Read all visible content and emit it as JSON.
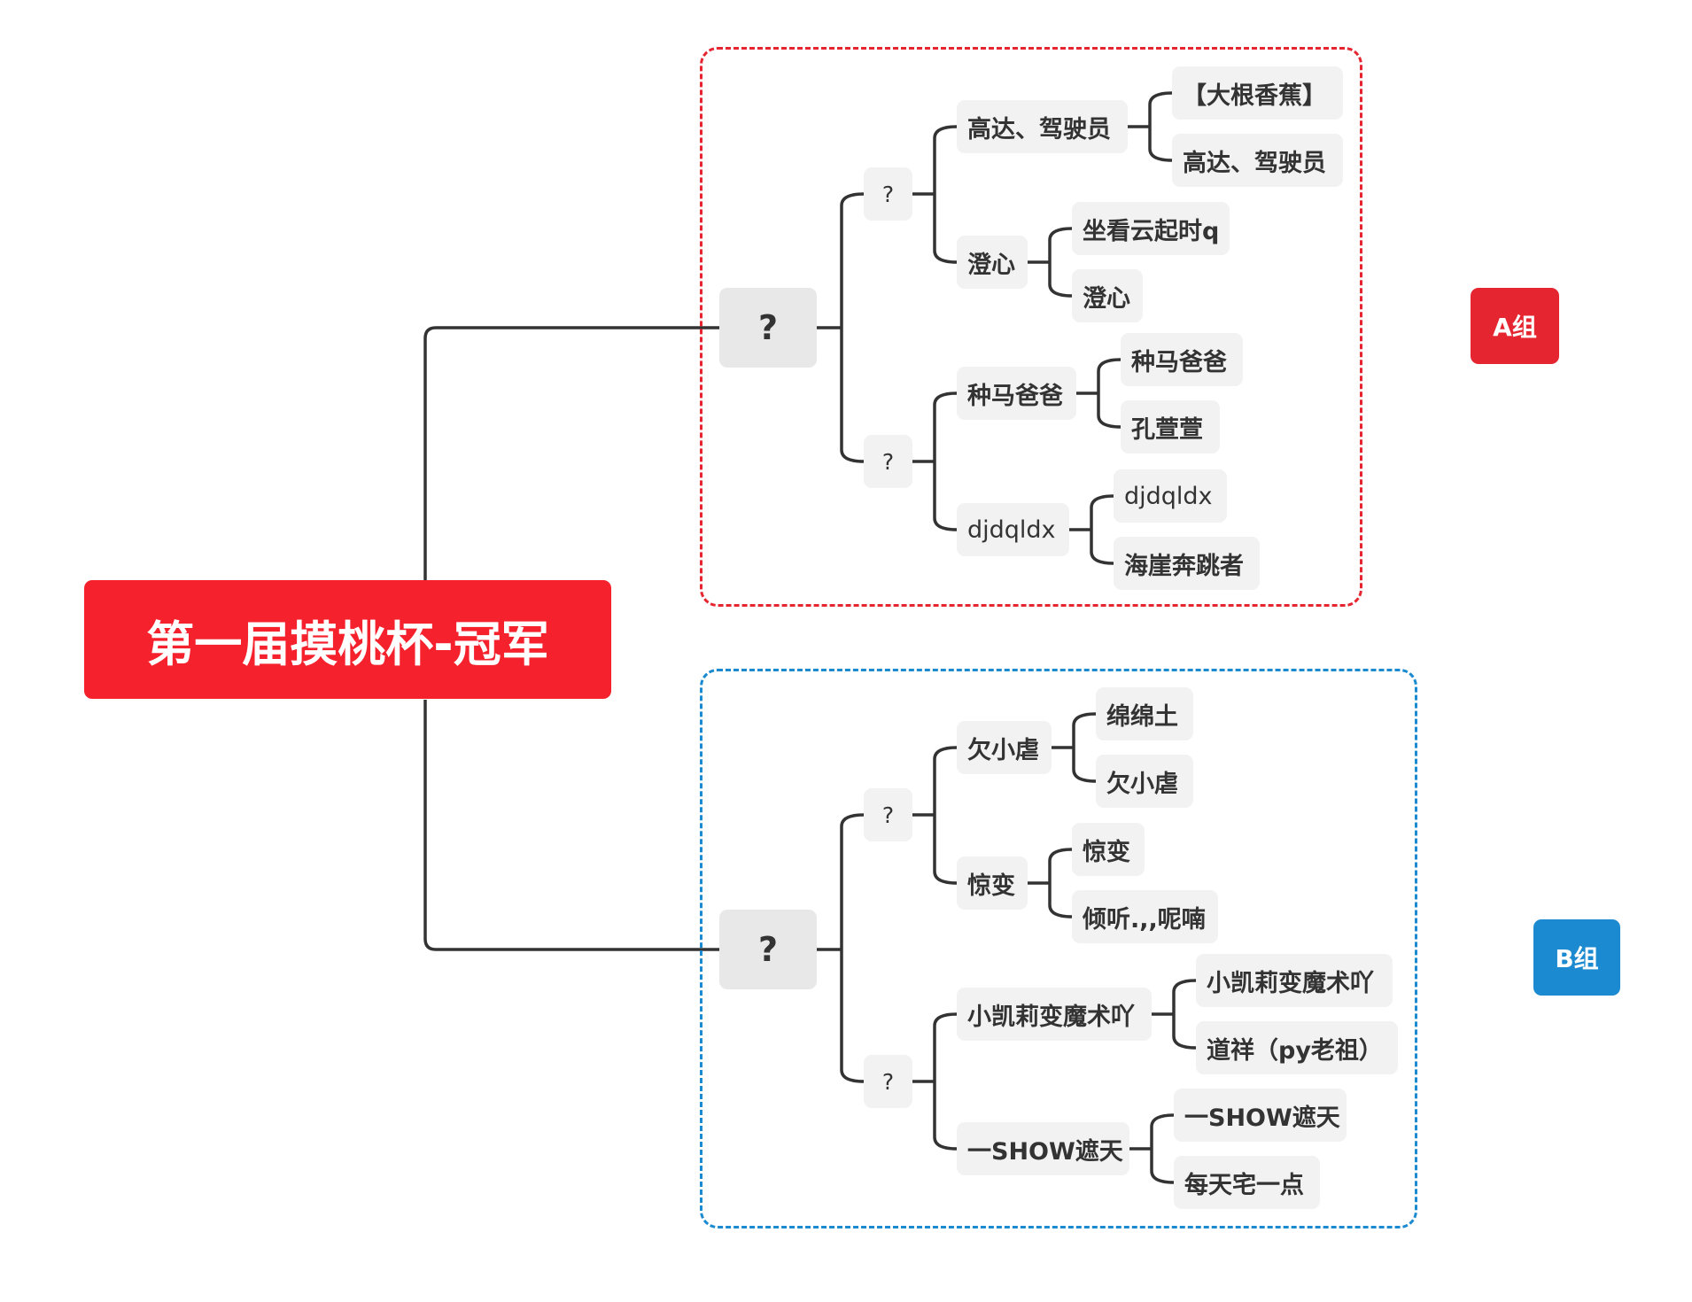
{
  "colors": {
    "group_a": "#e52631",
    "group_b": "#1b8ad0",
    "root": "#f5222d",
    "connector": "#333333"
  },
  "root": {
    "label": "第一届摸桃杯-冠军"
  },
  "group_a": {
    "label": "A组",
    "final": "?",
    "semi_1": {
      "label": "?",
      "match_1": {
        "label": "高达、驾驶员",
        "players": [
          "【大根香蕉】",
          "高达、驾驶员"
        ]
      },
      "match_2": {
        "label": "澄心",
        "players": [
          "坐看云起时q",
          "澄心"
        ]
      }
    },
    "semi_2": {
      "label": "?",
      "match_1": {
        "label": "种马爸爸",
        "players": [
          "种马爸爸",
          "孔萱萱"
        ]
      },
      "match_2": {
        "label": "djdqldx",
        "players": [
          "djdqldx",
          "海崖奔跳者"
        ]
      }
    }
  },
  "group_b": {
    "label": "B组",
    "final": "?",
    "semi_1": {
      "label": "?",
      "match_1": {
        "label": "欠小虐",
        "players": [
          "绵绵土",
          "欠小虐"
        ]
      },
      "match_2": {
        "label": "惊变",
        "players": [
          "惊变",
          "倾听.,,呢喃"
        ]
      }
    },
    "semi_2": {
      "label": "?",
      "match_1": {
        "label": "小凯莉变魔术吖",
        "players": [
          "小凯莉变魔术吖",
          "道祥（py老祖）"
        ]
      },
      "match_2": {
        "label": "一SHOW遮天",
        "players": [
          "一SHOW遮天",
          "每天宅一点"
        ]
      }
    }
  }
}
